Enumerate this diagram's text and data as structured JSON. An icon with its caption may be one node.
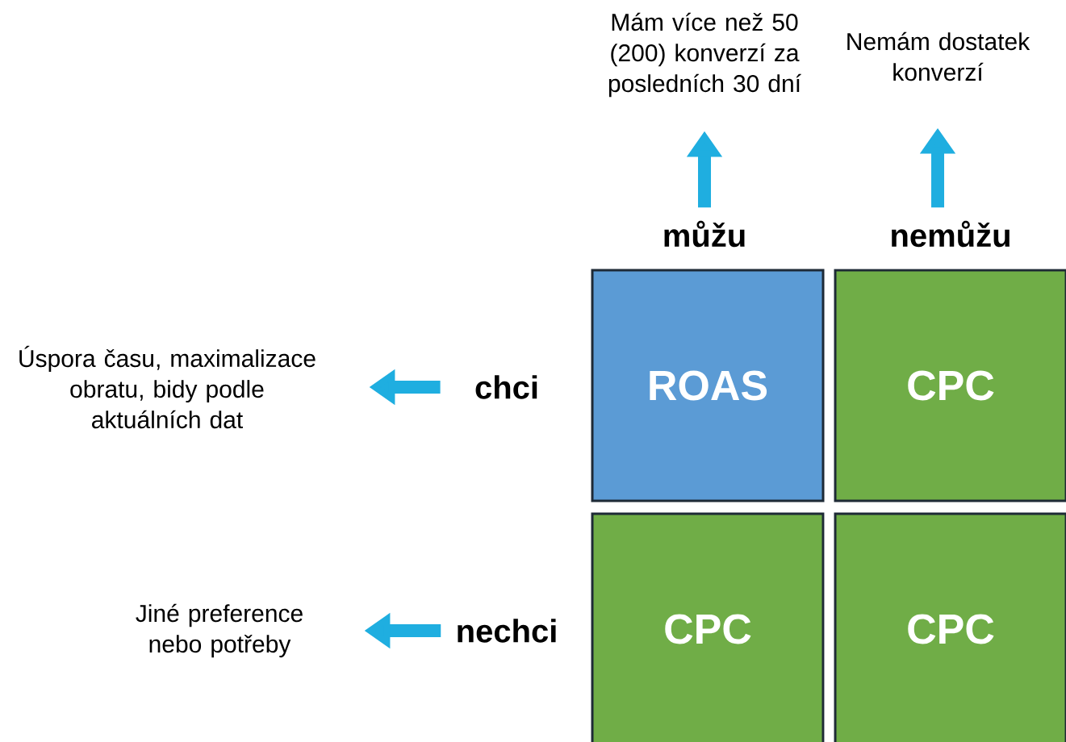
{
  "diagram": {
    "nodes": [
      {
        "text": [
          "Mám více než 50 (200) konverzí za posledních 30 dní"
        ]
      },
      {
        "text": [
          "Nemám dostatek konverzí"
        ]
      },
      {
        "text": [
          "můžu"
        ]
      },
      {
        "text": [
          "nemůžu"
        ]
      },
      {
        "text": [
          "Úspora času, maximalizace obratu, bidy podle aktuálních dat"
        ]
      },
      {
        "text": [
          "chci"
        ]
      },
      {
        "text": [
          "ROAS"
        ]
      },
      {
        "text": [
          "CPC"
        ]
      },
      {
        "text": [
          "Jiné preference nebo potřeby"
        ]
      },
      {
        "text": [
          "nechci"
        ]
      },
      {
        "text": [
          "CPC"
        ]
      },
      {
        "text": [
          "CPC"
        ]
      }
    ],
    "edges": [
      {
        "from": 2,
        "to": 0,
        "arrow": "to"
      },
      {
        "from": 3,
        "to": 1,
        "arrow": "to"
      },
      {
        "from": 5,
        "to": 4,
        "arrow": "to"
      },
      {
        "from": 9,
        "to": 8,
        "arrow": "to"
      }
    ]
  }
}
